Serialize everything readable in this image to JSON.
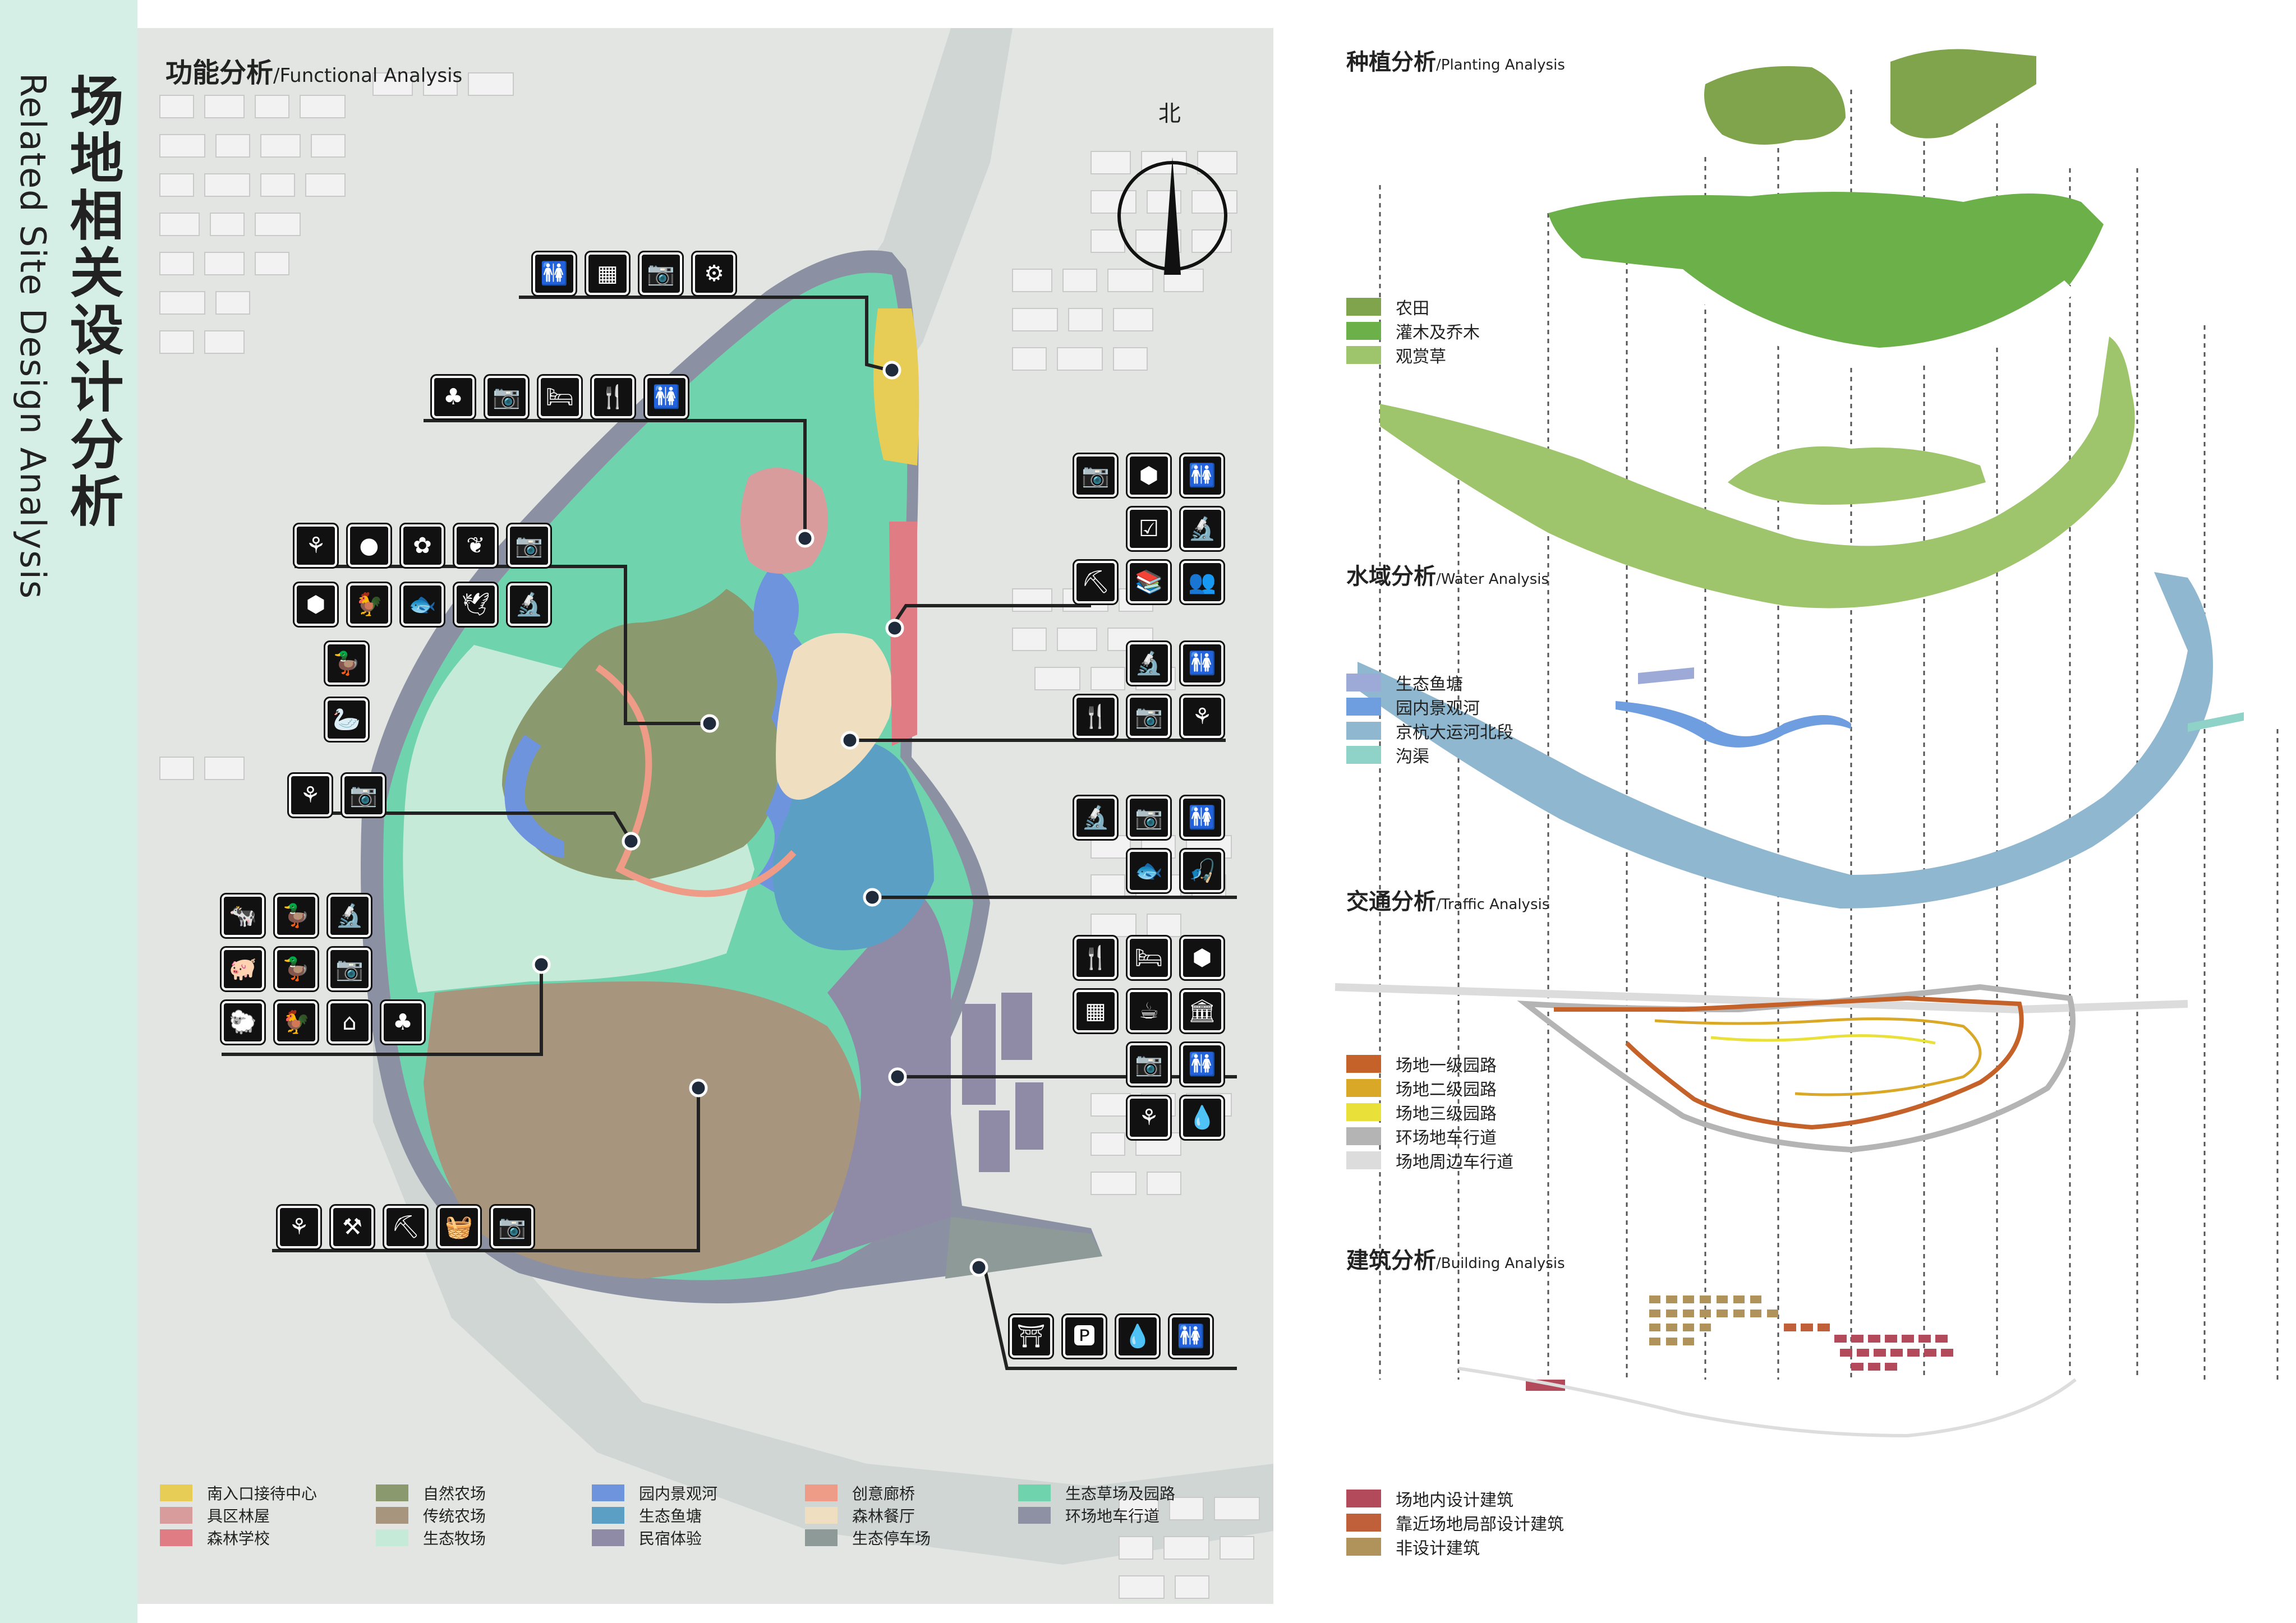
{
  "sidebar": {
    "title_cn": "场地相关设计分析",
    "title_en": "Related Site Design Analysis"
  },
  "functional": {
    "title_cn": "功能分析",
    "title_en": "/Functional Analysis",
    "north_label": "北",
    "legend": [
      {
        "label": "南入口接待中心",
        "color": "#e7cd55"
      },
      {
        "label": "自然农场",
        "color": "#8a9a6e"
      },
      {
        "label": "园内景观河",
        "color": "#6f94de"
      },
      {
        "label": "创意廊桥",
        "color": "#ee9c88"
      },
      {
        "label": "生态草场及园路",
        "color": "#6fd3ae"
      },
      {
        "label": "具区林屋",
        "color": "#d99c9c"
      },
      {
        "label": "传统农场",
        "color": "#a8957d"
      },
      {
        "label": "生态鱼塘",
        "color": "#5c9fc4"
      },
      {
        "label": "森林餐厅",
        "color": "#efdfc0"
      },
      {
        "label": "环场地车行道",
        "color": "#8e90a3"
      },
      {
        "label": "森林学校",
        "color": "#e07d84"
      },
      {
        "label": "生态牧场",
        "color": "#c6ead8"
      },
      {
        "label": "民宿体验",
        "color": "#8f8aa6"
      },
      {
        "label": "生态停车场",
        "color": "#8e9a98"
      }
    ],
    "icon_rows": [
      {
        "name": "south-entrance",
        "icons": [
          "restroom-icon",
          "grid-icon",
          "camera-icon",
          "gear-icon"
        ],
        "glyphs": [
          "🚻",
          "▦",
          "📷",
          "⚙"
        ]
      },
      {
        "name": "forest-house",
        "icons": [
          "plant-icon",
          "camera-icon",
          "bed-icon",
          "dining-icon",
          "restroom-icon"
        ],
        "glyphs": [
          "♣",
          "📷",
          "🛏",
          "🍴",
          "🚻"
        ]
      },
      {
        "name": "natural-farm-1",
        "icons": [
          "wheat-icon",
          "apple-icon",
          "flower-icon",
          "leaf-icon",
          "camera-icon"
        ],
        "glyphs": [
          "⚘",
          "●",
          "✿",
          "❦",
          "📷"
        ]
      },
      {
        "name": "natural-farm-2",
        "icons": [
          "hive-icon",
          "rooster-icon",
          "fish-icon",
          "bird-icon",
          "microscope-icon"
        ],
        "glyphs": [
          "⬢",
          "🐓",
          "🐟",
          "🕊",
          "🔬"
        ]
      },
      {
        "name": "natural-farm-3",
        "icons": [
          "duck-icon"
        ],
        "glyphs": [
          "🦆"
        ]
      },
      {
        "name": "natural-farm-4",
        "icons": [
          "goose-icon"
        ],
        "glyphs": [
          "🦢"
        ]
      },
      {
        "name": "bridge",
        "icons": [
          "wheat-icon",
          "camera-icon"
        ],
        "glyphs": [
          "⚘",
          "📷"
        ]
      },
      {
        "name": "pasture-1",
        "icons": [
          "cow-icon",
          "duck-icon",
          "microscope-icon"
        ],
        "glyphs": [
          "🐄",
          "🦆",
          "🔬"
        ]
      },
      {
        "name": "pasture-2",
        "icons": [
          "pig-icon",
          "duck-icon",
          "camera-icon"
        ],
        "glyphs": [
          "🐖",
          "🦆",
          "📷"
        ]
      },
      {
        "name": "pasture-3",
        "icons": [
          "sheep-icon",
          "rooster-icon",
          "barn-icon",
          "plant-icon"
        ],
        "glyphs": [
          "🐑",
          "🐓",
          "⌂",
          "♣"
        ]
      },
      {
        "name": "traditional-farm",
        "icons": [
          "wheat-icon",
          "tools-icon",
          "farming-icon",
          "basket-icon",
          "camera-icon"
        ],
        "glyphs": [
          "⚘",
          "⚒",
          "⛏",
          "🧺",
          "📷"
        ]
      },
      {
        "name": "school-1",
        "icons": [
          "camera-icon",
          "hive-icon",
          "restroom-icon"
        ],
        "glyphs": [
          "📷",
          "⬢",
          "🚻"
        ]
      },
      {
        "name": "school-2",
        "icons": [
          "checklist-icon",
          "microscope-icon"
        ],
        "glyphs": [
          "☑",
          "🔬"
        ]
      },
      {
        "name": "school-3",
        "icons": [
          "tools-icon",
          "books-icon",
          "people-icon"
        ],
        "glyphs": [
          "⛏",
          "📚",
          "👥"
        ]
      },
      {
        "name": "restaurant-1",
        "icons": [
          "microscope-icon",
          "restroom-icon"
        ],
        "glyphs": [
          "🔬",
          "🚻"
        ]
      },
      {
        "name": "restaurant-2",
        "icons": [
          "dining-icon",
          "camera-icon",
          "wheat-icon"
        ],
        "glyphs": [
          "🍴",
          "📷",
          "⚘"
        ]
      },
      {
        "name": "fishpond-1",
        "icons": [
          "microscope-icon",
          "camera-icon",
          "restroom-icon"
        ],
        "glyphs": [
          "🔬",
          "📷",
          "🚻"
        ]
      },
      {
        "name": "fishpond-2",
        "icons": [
          "fish-icon",
          "fishing-icon"
        ],
        "glyphs": [
          "🐟",
          "🎣"
        ]
      },
      {
        "name": "homestay-1",
        "icons": [
          "dining-icon",
          "bed-icon",
          "hive-icon"
        ],
        "glyphs": [
          "🍴",
          "🛏",
          "⬢"
        ]
      },
      {
        "name": "homestay-2",
        "icons": [
          "grid-icon",
          "coffee-icon",
          "museum-icon"
        ],
        "glyphs": [
          "▦",
          "☕",
          "🏛"
        ]
      },
      {
        "name": "homestay-3",
        "icons": [
          "camera-icon",
          "restroom-icon"
        ],
        "glyphs": [
          "📷",
          "🚻"
        ]
      },
      {
        "name": "homestay-4",
        "icons": [
          "wheat-icon",
          "water-drop-icon"
        ],
        "glyphs": [
          "⚘",
          "💧"
        ]
      },
      {
        "name": "parking",
        "icons": [
          "torii-gate-icon",
          "parking-icon",
          "water-drop-icon",
          "restroom-icon"
        ],
        "glyphs": [
          "⛩",
          "🅿",
          "💧",
          "🚻"
        ]
      }
    ]
  },
  "planting": {
    "title_cn": "种植分析",
    "title_en": "/Planting Analysis",
    "legend": [
      {
        "label": "农田",
        "color": "#80a44c"
      },
      {
        "label": "灌木及乔木",
        "color": "#6cb04a"
      },
      {
        "label": "观赏草",
        "color": "#9ec46c"
      }
    ]
  },
  "water": {
    "title_cn": "水域分析",
    "title_en": "/Water Analysis",
    "legend": [
      {
        "label": "生态鱼塘",
        "color": "#9da9d7"
      },
      {
        "label": "园内景观河",
        "color": "#6f9ee0"
      },
      {
        "label": "京杭大运河北段",
        "color": "#8fb7cf"
      },
      {
        "label": "沟渠",
        "color": "#8fd3c8"
      }
    ]
  },
  "traffic": {
    "title_cn": "交通分析",
    "title_en": "/Traffic Analysis",
    "legend": [
      {
        "label": "场地一级园路",
        "color": "#c4622a"
      },
      {
        "label": "场地二级园路",
        "color": "#d9a826"
      },
      {
        "label": "场地三级园路",
        "color": "#e9e13a"
      },
      {
        "label": "环场地车行道",
        "color": "#b4b4b4"
      },
      {
        "label": "场地周边车行道",
        "color": "#dcdcdc"
      }
    ]
  },
  "building": {
    "title_cn": "建筑分析",
    "title_en": "/Building Analysis",
    "legend": [
      {
        "label": "场地内设计建筑",
        "color": "#b24a5c"
      },
      {
        "label": "靠近场地局部设计建筑",
        "color": "#c0603a"
      },
      {
        "label": "非设计建筑",
        "color": "#b0935a"
      }
    ]
  }
}
